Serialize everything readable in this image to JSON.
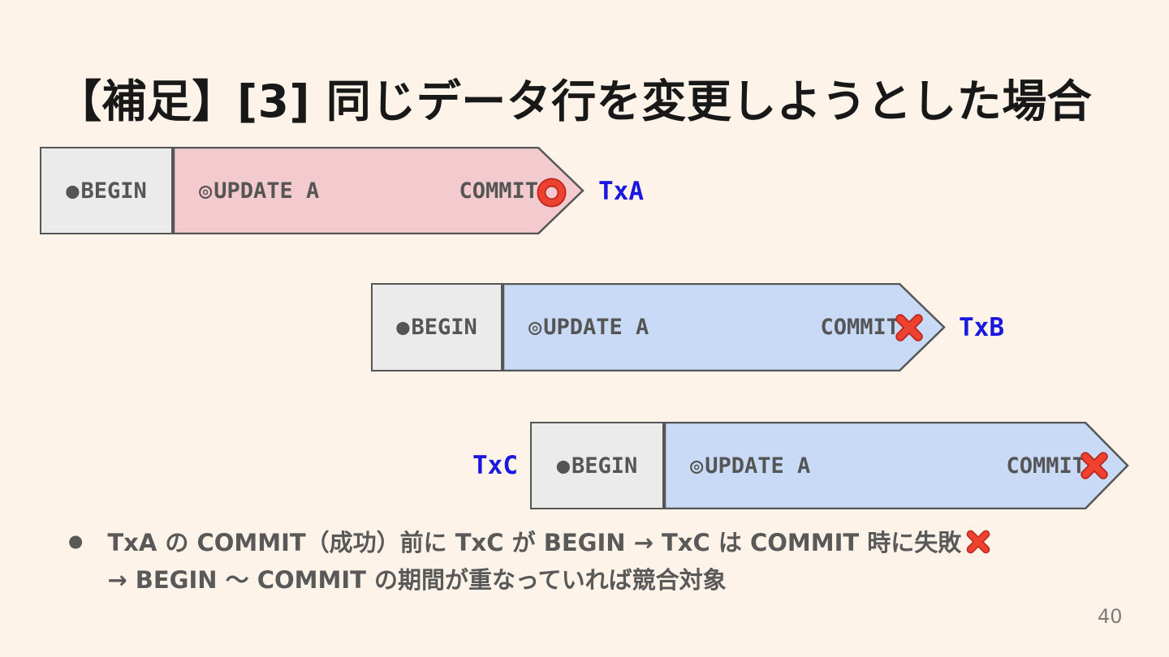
{
  "slide": {
    "title": "【補足】[3] 同じデータ行を変更しようとした場合",
    "page_number": "40"
  },
  "icons": {
    "begin_bullet": "●",
    "update_bullet": "◎",
    "list_bullet": "●",
    "success_mark": "heavy-red-circle",
    "failure_mark": "red-cross-mark"
  },
  "colors": {
    "background": "#fdf3e9",
    "begin_box_fill": "#ebebeb",
    "txa_fill": "#f3cace",
    "txb_fill": "#c9daf6",
    "txc_fill": "#c9daf6",
    "border_gray": "#565656",
    "label_text_gray": "#555555",
    "tx_label_blue": "#1a18e0",
    "mark_red": "#ef4130",
    "mark_red_dark": "#b8281c"
  },
  "bars": [
    {
      "name": "TxA",
      "begin_label": "BEGIN",
      "update_label": "UPDATE A",
      "commit_label": "COMMIT",
      "result": "success",
      "label_side": "right"
    },
    {
      "name": "TxB",
      "begin_label": "BEGIN",
      "update_label": "UPDATE A",
      "commit_label": "COMMIT",
      "result": "failure",
      "label_side": "right"
    },
    {
      "name": "TxC",
      "begin_label": "BEGIN",
      "update_label": "UPDATE A",
      "commit_label": "COMMIT",
      "result": "failure",
      "label_side": "left"
    }
  ],
  "notes": {
    "line1": "TxA の COMMIT（成功）前に TxC が BEGIN → TxC は COMMIT 時に失敗",
    "line1_end_icon": "red-cross-mark",
    "line2": "→ BEGIN ～ COMMIT の期間が重なっていれば競合対象"
  }
}
